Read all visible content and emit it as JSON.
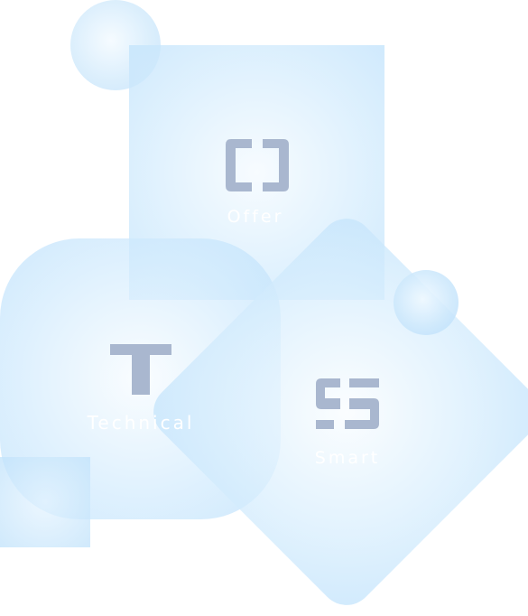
{
  "cards": {
    "offer": {
      "label": "Offer",
      "icon": "o-letter-icon"
    },
    "technical": {
      "label": "Technical",
      "icon": "t-letter-icon"
    },
    "smart": {
      "label": "Smart",
      "icon": "s-letter-icon"
    }
  },
  "colors": {
    "glyph": "#a9b7cf",
    "label": "#ffffff",
    "shape_light": "#e3f2fe",
    "shape_mid": "#c4e4fc"
  }
}
